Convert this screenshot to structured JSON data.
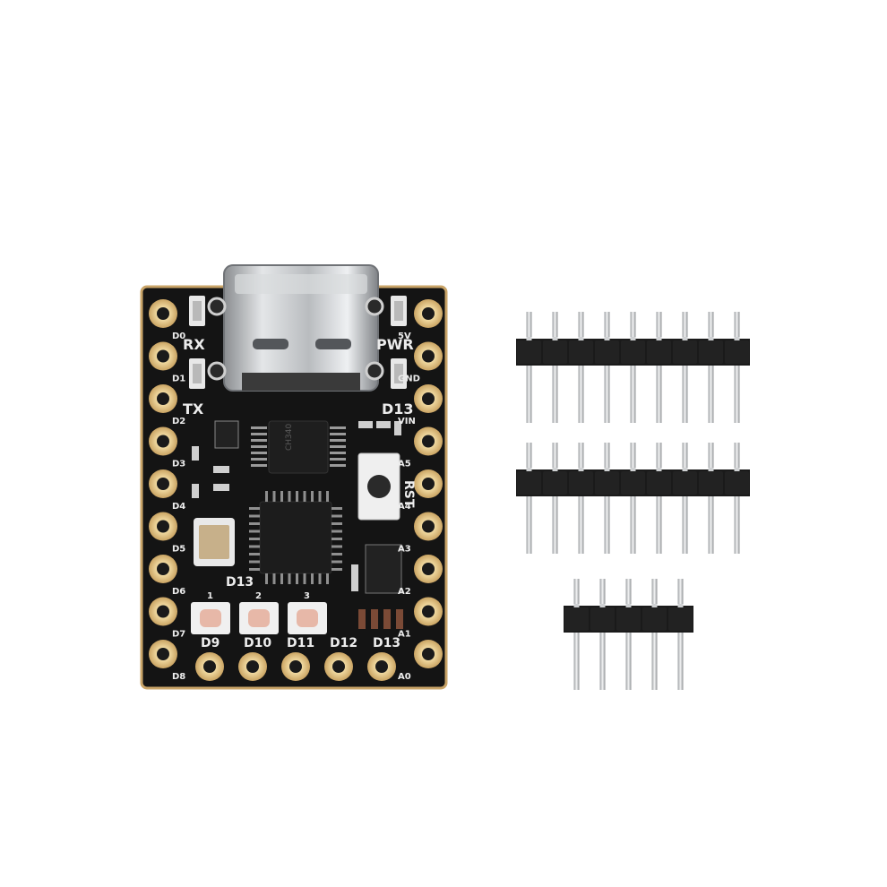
{
  "board": {
    "leds": {
      "rx": "RX",
      "tx": "TX",
      "pwr": "PWR",
      "led_d13": "D13"
    },
    "button": {
      "label": "RST"
    },
    "chip": {
      "marking": "CH340"
    },
    "rgb": {
      "label": "D13",
      "indices": [
        "1",
        "2",
        "3"
      ]
    },
    "left_pins": [
      "D0",
      "D1",
      "D2",
      "D3",
      "D4",
      "D5",
      "D6",
      "D7",
      "D8"
    ],
    "right_pins": [
      "5V",
      "GND",
      "VIN",
      "A5",
      "A4",
      "A3",
      "A2",
      "A1",
      "A0"
    ],
    "bottom_pins": [
      "D9",
      "D10",
      "D11",
      "D12",
      "D13"
    ]
  },
  "headers": {
    "row1_pins": 9,
    "row2_pins": 9,
    "row3_pins": 5
  }
}
